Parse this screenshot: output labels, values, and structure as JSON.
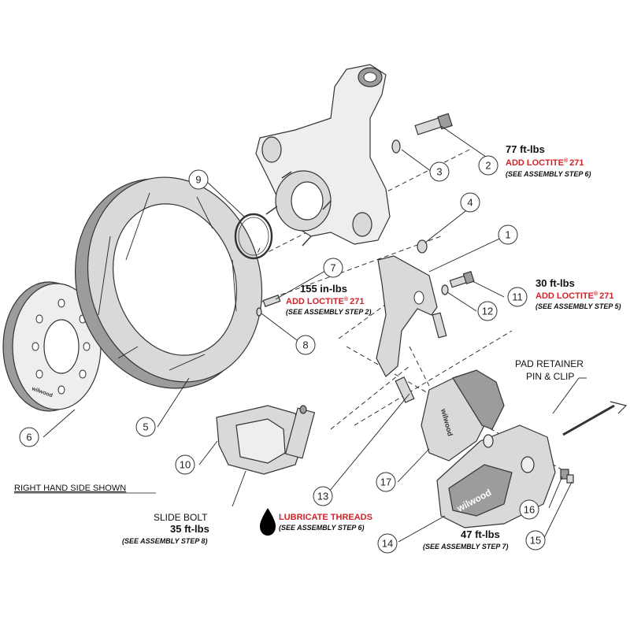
{
  "callouts": [
    "1",
    "2",
    "3",
    "4",
    "5",
    "6",
    "7",
    "8",
    "9",
    "10",
    "11",
    "12",
    "13",
    "14",
    "15",
    "16",
    "17"
  ],
  "torque_77": {
    "value": "77 ft-lbs",
    "loctite": "ADD LOCTITE",
    "reg": "®",
    "num": "271",
    "step": "(SEE ASSEMBLY STEP 6)"
  },
  "torque_155": {
    "value": "155 in-lbs",
    "loctite": "ADD LOCTITE",
    "reg": "®",
    "num": "271",
    "step": "(SEE ASSEMBLY STEP 2)"
  },
  "torque_30": {
    "value": "30 ft-lbs",
    "loctite": "ADD LOCTITE",
    "reg": "®",
    "num": "271",
    "step": "(SEE ASSEMBLY STEP 5)"
  },
  "torque_47": {
    "value": "47 ft-lbs",
    "step": "(SEE ASSEMBLY STEP 7)"
  },
  "slide_bolt": {
    "line1": "SLIDE BOLT",
    "line2": "35 ft-lbs",
    "step": "(SEE ASSEMBLY STEP 8)"
  },
  "lubricate": {
    "title": "LUBRICATE THREADS",
    "step": "(SEE ASSEMBLY STEP 6)"
  },
  "pad_retainer": {
    "line1": "PAD RETAINER",
    "line2": "PIN & CLIP"
  },
  "side_note": "RIGHT HAND SIDE SHOWN",
  "brand": "wilwood",
  "colors": {
    "red": "#d2232a",
    "line": "#222222",
    "part": "#d9d9d9"
  }
}
